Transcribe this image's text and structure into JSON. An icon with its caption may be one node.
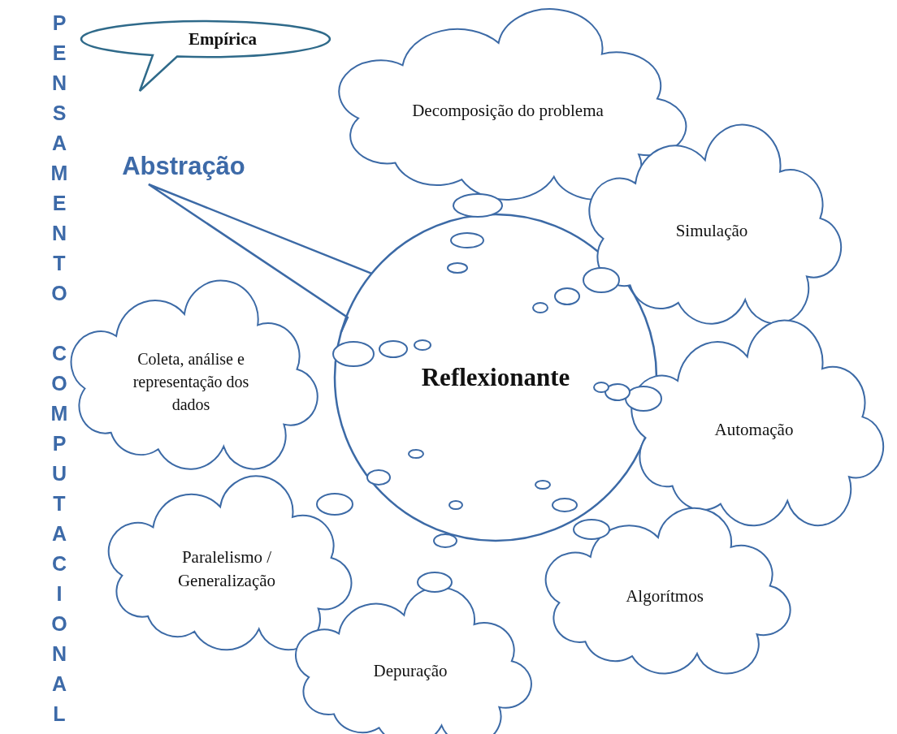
{
  "diagram": {
    "nodes": [
      {
        "text": [
          "Empírica"
        ]
      },
      {
        "text": [
          "Abstração"
        ]
      },
      {
        "text": [
          "Reflexionante"
        ]
      },
      {
        "text": [
          "Decomposição do problema"
        ]
      },
      {
        "text": [
          "Simulação"
        ]
      },
      {
        "text": [
          "Coleta, análise e representação dos dados"
        ]
      },
      {
        "text": [
          "Automação"
        ]
      },
      {
        "text": [
          "Paralelismo / Generalização"
        ]
      },
      {
        "text": [
          "Algorítmos"
        ]
      },
      {
        "text": [
          "Depuração"
        ]
      }
    ],
    "edges": [
      {
        "from": 1,
        "to": 2,
        "arrow": "none"
      }
    ],
    "labels": [
      "PENSAMENTO COMPUTACIONAL"
    ]
  }
}
